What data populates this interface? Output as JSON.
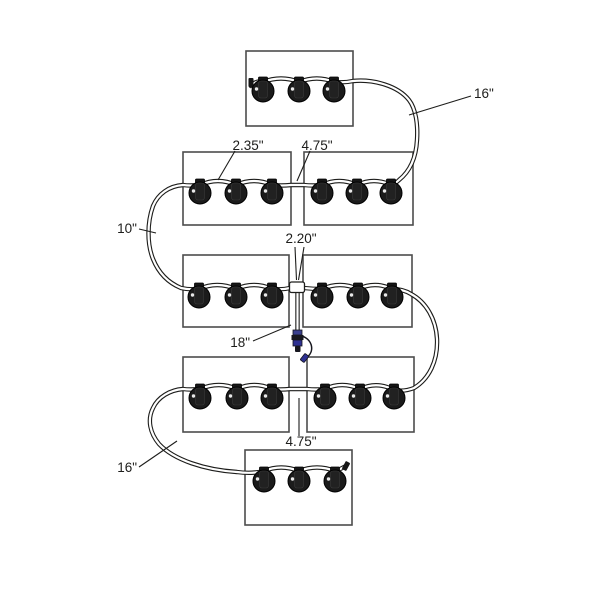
{
  "diagram": {
    "type": "wiring-harness-installation-diagram",
    "background": "#ffffff",
    "line_color": "#1d1d1b",
    "accent_color": "#2e3192",
    "labels": {
      "light_spacing": "2.35\"",
      "panel_gap_top": "4.75\"",
      "lead_top_right": "16\"",
      "side_loop_left": "10\"",
      "drop_connector": "2.20\"",
      "power_pigtail": "18\"",
      "panel_gap_bottom": "4.75\"",
      "lead_bottom_left": "16\""
    },
    "structure": {
      "panel_count": 8,
      "lights_per_panel": 3,
      "total_lights": 24,
      "inline_connectors": 1,
      "power_plugs": 1
    }
  }
}
